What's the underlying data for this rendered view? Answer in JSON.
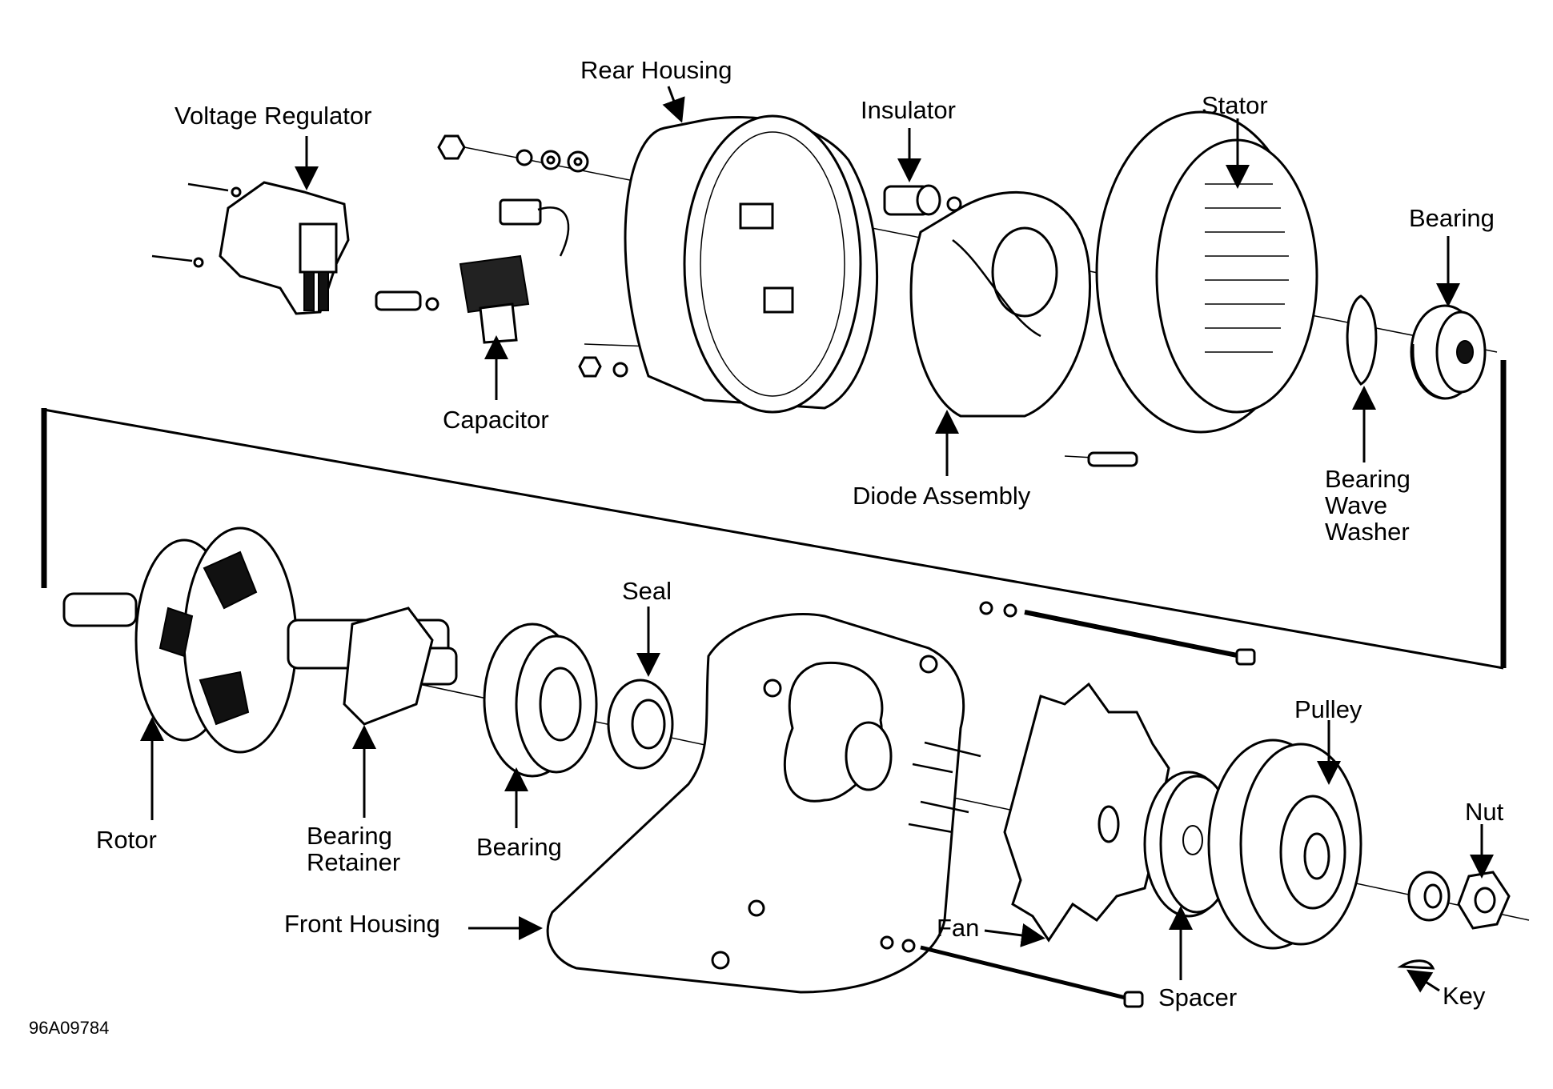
{
  "diagram": {
    "title": "Exploded view of alternator assembly",
    "figure_code": "96A09784",
    "labels": {
      "voltage_regulator": "Voltage Regulator",
      "rear_housing": "Rear Housing",
      "insulator": "Insulator",
      "stator": "Stator",
      "bearing_top": "Bearing",
      "capacitor": "Capacitor",
      "diode_assembly": "Diode Assembly",
      "bearing_wave_washer": "Bearing\nWave\nWasher",
      "seal": "Seal",
      "rotor": "Rotor",
      "bearing_retainer": "Bearing\nRetainer",
      "bearing_bottom": "Bearing",
      "front_housing": "Front Housing",
      "pulley": "Pulley",
      "nut": "Nut",
      "fan": "Fan",
      "spacer": "Spacer",
      "key": "Key"
    }
  }
}
